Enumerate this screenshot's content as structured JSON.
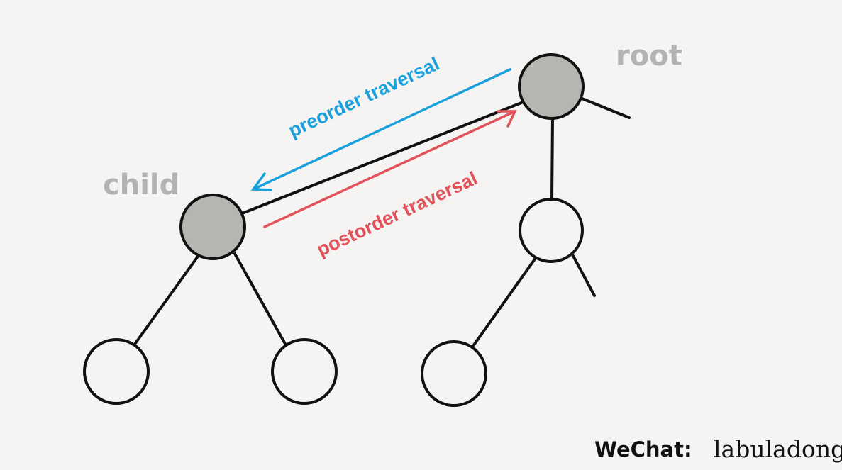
{
  "diagram": {
    "title": "Binary tree traversal direction between parent and child",
    "labels": {
      "root": "root",
      "child": "child",
      "preorder": "preorder traversal",
      "postorder": "postorder traversal"
    },
    "nodes": [
      {
        "id": "root",
        "highlighted": true
      },
      {
        "id": "child",
        "highlighted": true
      },
      {
        "id": "root-left",
        "highlighted": false
      },
      {
        "id": "child-left-leaf",
        "highlighted": false
      },
      {
        "id": "child-right-leaf",
        "highlighted": false
      },
      {
        "id": "root-left-left-leaf",
        "highlighted": false
      }
    ],
    "arrows": [
      {
        "name": "preorder",
        "from": "root",
        "to": "child",
        "color": "#1aa0dc"
      },
      {
        "name": "postorder",
        "from": "child",
        "to": "root",
        "color": "#e2525a"
      }
    ],
    "colors": {
      "highlight_fill": "#b5b5b1",
      "label_gray": "#b3b3b1",
      "preorder": "#1aa0dc",
      "postorder": "#e2525a"
    }
  },
  "watermark": {
    "prefix": "WeChat:",
    "name": "labuladong"
  }
}
